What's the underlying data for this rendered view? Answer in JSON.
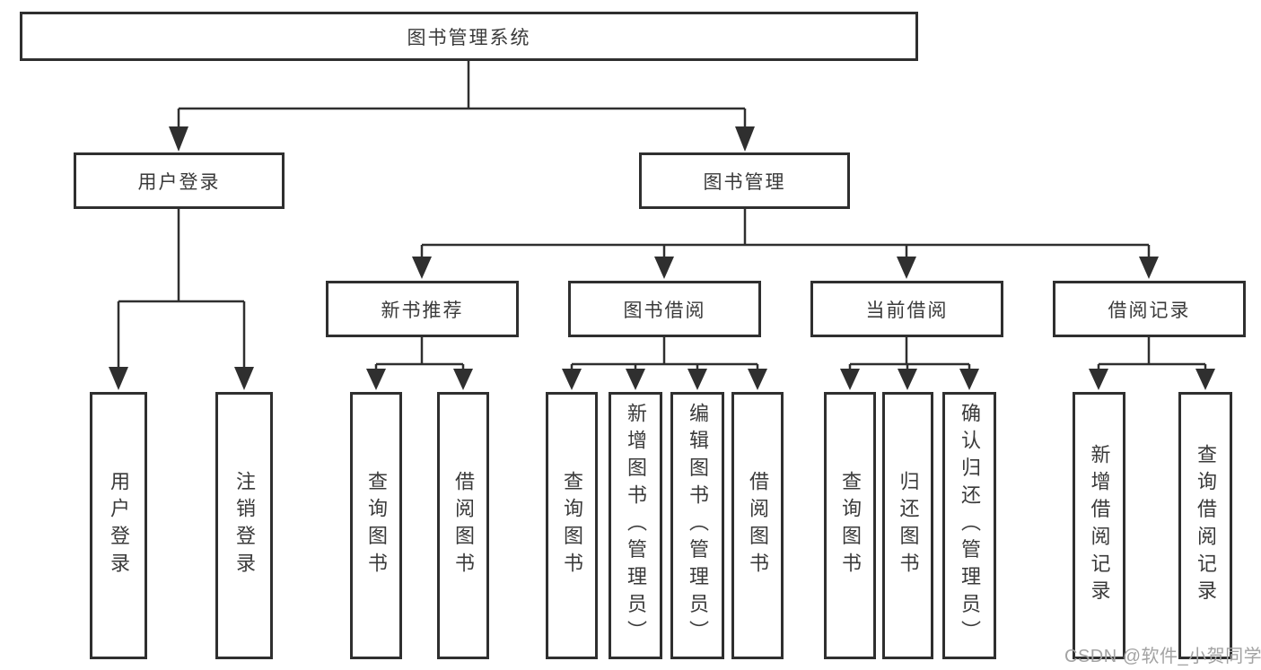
{
  "diagram": {
    "root": {
      "label": "图书管理系统"
    },
    "branches": [
      {
        "label": "用户登录",
        "children": [
          {
            "label": "用户登录"
          },
          {
            "label": "注销登录"
          }
        ]
      },
      {
        "label": "图书管理",
        "sections": [
          {
            "label": "新书推荐",
            "children": [
              {
                "label": "查询图书"
              },
              {
                "label": "借阅图书"
              }
            ]
          },
          {
            "label": "图书借阅",
            "children": [
              {
                "label": "查询图书"
              },
              {
                "label": "新增图书（管理员）"
              },
              {
                "label": "编辑图书（管理员）"
              },
              {
                "label": "借阅图书"
              }
            ]
          },
          {
            "label": "当前借阅",
            "children": [
              {
                "label": "查询图书"
              },
              {
                "label": "归还图书"
              },
              {
                "label": "确认归还（管理员）"
              }
            ]
          },
          {
            "label": "借阅记录",
            "children": [
              {
                "label": "新增借阅记录"
              },
              {
                "label": "查询借阅记录"
              }
            ]
          }
        ]
      }
    ],
    "watermark": "CSDN @软件_小贺同学",
    "colors": {
      "line": "#2f2f2f",
      "box_border": "#2f2f2f",
      "box_fill": "#ffffff",
      "text": "#3a3a3a",
      "watermark": "#a3a3a3"
    }
  }
}
